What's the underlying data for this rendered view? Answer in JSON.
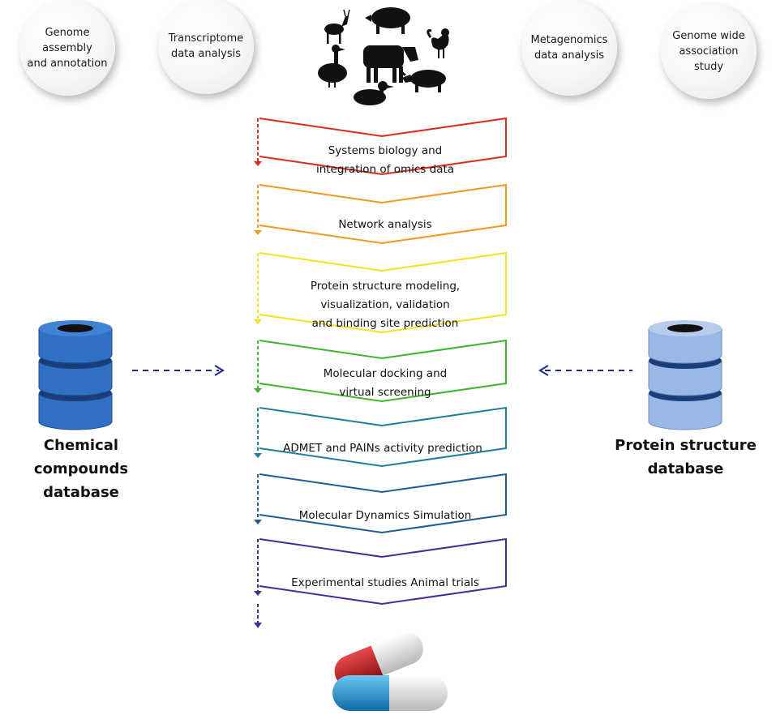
{
  "top_bubbles": [
    {
      "text": "Genome\nassembly\nand annotation"
    },
    {
      "text": "Transcriptome\ndata analysis"
    },
    {
      "text": "Metagenomics\ndata analysis"
    },
    {
      "text": "Genome wide\nassociation study"
    }
  ],
  "steps": [
    {
      "label": "Systems biology and\nintegration of omics data",
      "color": "#e02a1c"
    },
    {
      "label": "Network analysis",
      "color": "#f39a1e"
    },
    {
      "label": "Protein structure modeling,\nvisualization, validation\nand binding site prediction",
      "color": "#f2e420"
    },
    {
      "label": "Molecular docking and\nvirtual screening",
      "color": "#3db52e"
    },
    {
      "label": "ADMET and  PAINs activity prediction",
      "color": "#1f7f9a"
    },
    {
      "label": "Molecular Dynamics Simulation",
      "color": "#1f5e94"
    },
    {
      "label": "Experimental studies Animal trials",
      "color": "#4a2a9a"
    }
  ],
  "databases": {
    "left": {
      "label": "Chemical compounds\ndatabase",
      "color": "#2f6fc4"
    },
    "right": {
      "label": "Protein structure\ndatabase",
      "color": "#9ab8e6"
    }
  },
  "icons": {
    "animals": "animals-silhouette-icon",
    "capsule": "capsule-icon",
    "arrow_color": "#1f2a80"
  }
}
